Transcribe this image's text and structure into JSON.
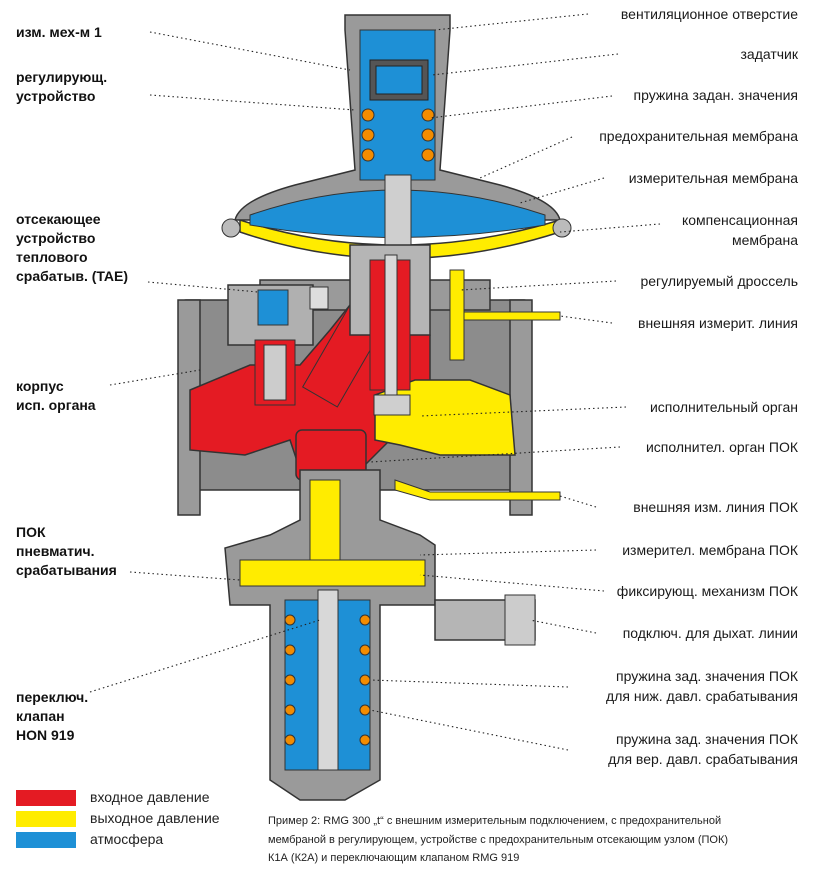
{
  "left_labels": [
    {
      "id": "meas-mech",
      "lines": [
        "изм. мех-м 1"
      ]
    },
    {
      "id": "regulator",
      "lines": [
        "регулирующ.",
        "устройство"
      ]
    },
    {
      "id": "tae",
      "lines": [
        "отсекающее",
        "устройство",
        "теплового",
        "срабатыв. (TAE)"
      ]
    },
    {
      "id": "body",
      "lines": [
        "корпус",
        "исп. органа"
      ]
    },
    {
      "id": "pok",
      "lines": [
        "ПОК",
        "пневматич.",
        "срабатывания"
      ]
    },
    {
      "id": "switch",
      "lines": [
        "переключ.",
        "клапан",
        "HON 919"
      ]
    }
  ],
  "right_labels": [
    {
      "id": "vent",
      "lines": [
        "вентиляционное отверстие"
      ]
    },
    {
      "id": "setter",
      "lines": [
        "задатчик"
      ]
    },
    {
      "id": "setpoint-spring",
      "lines": [
        "пружина задан. значения"
      ]
    },
    {
      "id": "safety-membrane",
      "lines": [
        "предохранительная мембрана"
      ]
    },
    {
      "id": "meas-membrane",
      "lines": [
        "измерительная мембрана"
      ]
    },
    {
      "id": "comp-membrane",
      "lines": [
        "компенсационная",
        "мембрана"
      ]
    },
    {
      "id": "throttle",
      "lines": [
        "регулируемый дроссель"
      ]
    },
    {
      "id": "ext-line",
      "lines": [
        "внешняя измерит. линия"
      ]
    },
    {
      "id": "actuator",
      "lines": [
        "исполнительный орган"
      ]
    },
    {
      "id": "actuator-pok",
      "lines": [
        "исполнител. орган ПОК"
      ]
    },
    {
      "id": "ext-line-pok",
      "lines": [
        "внешняя изм. линия ПОК"
      ]
    },
    {
      "id": "meas-membrane-pok",
      "lines": [
        "измерител. мембрана ПОК"
      ]
    },
    {
      "id": "fix-mech",
      "lines": [
        "фиксирующ. механизм ПОК"
      ]
    },
    {
      "id": "breath-conn",
      "lines": [
        "подключ. для дыхат. линии"
      ]
    },
    {
      "id": "spring-low",
      "lines": [
        "пружина зад. значения ПОК",
        "для ниж. давл. срабатывания"
      ]
    },
    {
      "id": "spring-high",
      "lines": [
        "пружина зад. значения ПОК",
        "для вер. давл. срабатывания"
      ]
    }
  ],
  "legend": [
    {
      "id": "inlet",
      "label": "входное давление",
      "color": "#e41b23"
    },
    {
      "id": "outlet",
      "label": "выходное давление",
      "color": "#ffec00"
    },
    {
      "id": "atm",
      "label": "атмосфера",
      "color": "#1e90d6"
    }
  ],
  "caption": [
    "Пример 2: RMG 300 „t“ с внешним измерительным подключением, с предохранительной",
    "мембраной в регулирующем, устройстве с предохранительным отсекающим узлом (ПОК)",
    "К1А (К2А) и переключающим клапаном RMG 919"
  ],
  "colors": {
    "inlet": "#e41b23",
    "outlet": "#ffec00",
    "atmosphere": "#1e90d6",
    "metal": "#8c8c8c",
    "metal_light": "#b5b5b5"
  }
}
